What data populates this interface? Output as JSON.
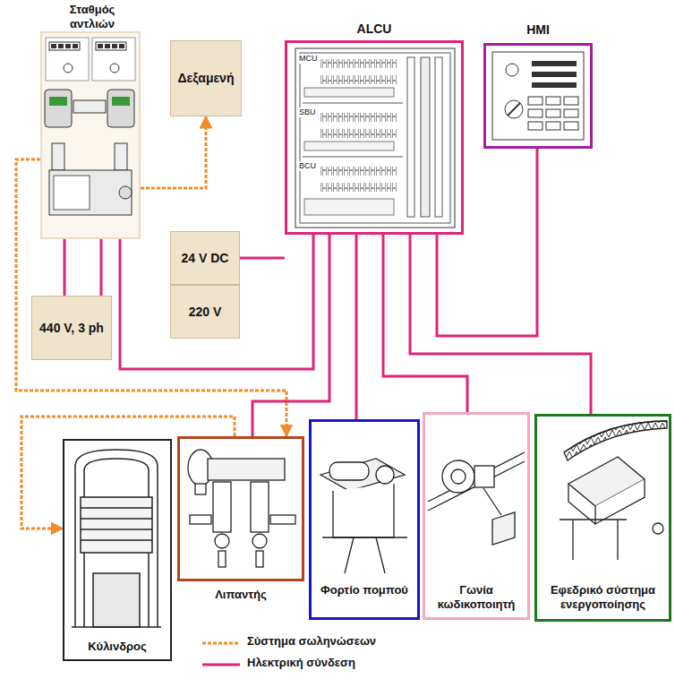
{
  "diagram": {
    "nodes": [
      {
        "text": [
          "Σταθμός αντλιών"
        ]
      },
      {
        "text": [
          "Δεξαμενή"
        ]
      },
      {
        "text": [
          "ALCU",
          "MCU",
          "SBU",
          "BCU"
        ]
      },
      {
        "text": [
          "HMI"
        ]
      },
      {
        "text": [
          "24 V DC"
        ]
      },
      {
        "text": [
          "220 V"
        ]
      },
      {
        "text": [
          "440 V, 3 ph"
        ]
      },
      {
        "text": [
          "Κύλινδρος"
        ]
      },
      {
        "text": [
          "Λιπαντής"
        ]
      },
      {
        "text": [
          "Φορτίο πομπού"
        ]
      },
      {
        "text": [
          "Γωνία κωδικοποιητή"
        ]
      },
      {
        "text": [
          "Εφεδρικό σύστημα ενεργοποίησης"
        ]
      }
    ],
    "edges": [
      {
        "from": 4,
        "to": 2,
        "arrow": "none"
      },
      {
        "from": 0,
        "to": 6,
        "arrow": "none"
      },
      {
        "from": 0,
        "to": 6,
        "arrow": "none"
      },
      {
        "from": 0,
        "to": 2,
        "arrow": "none"
      },
      {
        "from": 2,
        "to": 3,
        "arrow": "none"
      },
      {
        "from": 2,
        "to": 8,
        "arrow": "none"
      },
      {
        "from": 2,
        "to": 9,
        "arrow": "none"
      },
      {
        "from": 2,
        "to": 10,
        "arrow": "none"
      },
      {
        "from": 2,
        "to": 11,
        "arrow": "none"
      },
      {
        "from": 0,
        "to": 1,
        "arrow": "to"
      },
      {
        "from": 0,
        "to": 8,
        "arrow": "to"
      },
      {
        "from": 8,
        "to": 7,
        "arrow": "to"
      }
    ],
    "legend": [
      {
        "text": "Σύστημα σωληνώσεων"
      },
      {
        "text": "Ηλεκτρική σύνδεση"
      }
    ]
  }
}
